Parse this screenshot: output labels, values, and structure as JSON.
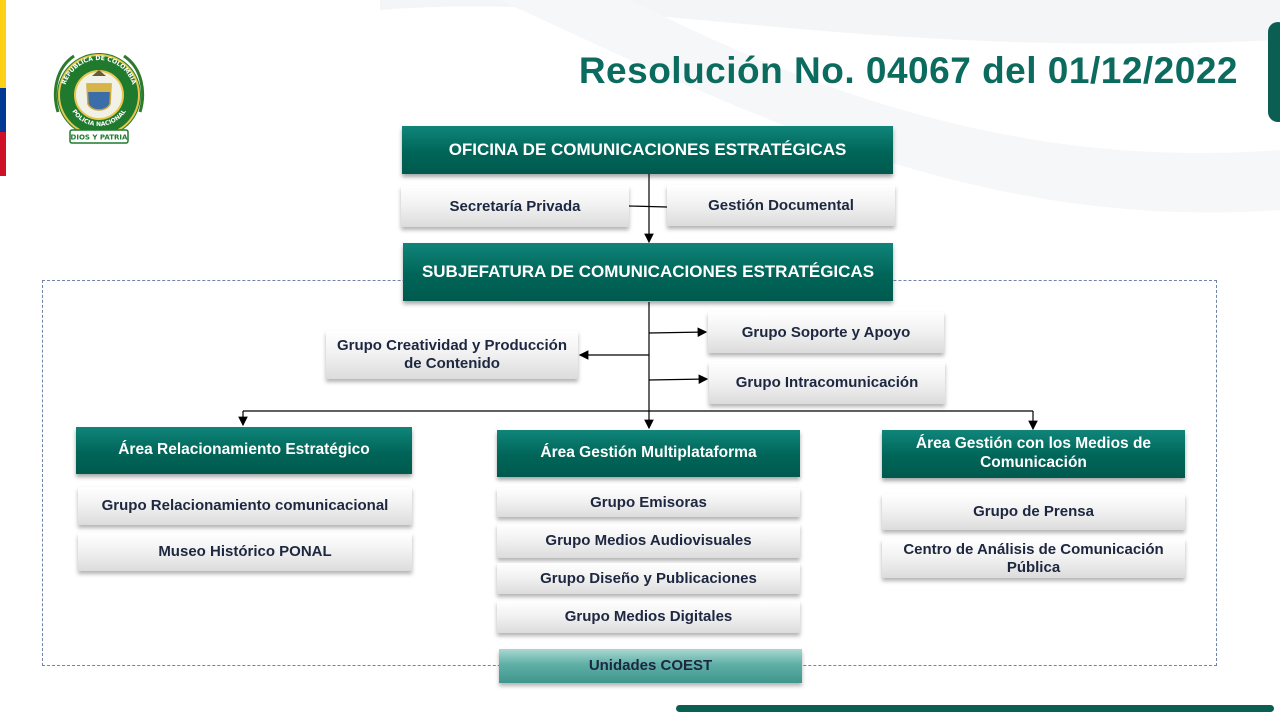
{
  "header": {
    "title": "Resolución No. 04067 del 01/12/2022",
    "emblem": {
      "ring_top_text": "REPUBLICA DE COLOMBIA",
      "ring_bottom_text": "POLICIA NACIONAL",
      "motto": "DIOS Y PATRIA"
    }
  },
  "colors": {
    "primary_green": "#006558",
    "title_green": "#0c6b5f",
    "flag_yellow": "#fcd116",
    "flag_blue": "#003893",
    "flag_red": "#ce1126",
    "text_navy": "#1d2740"
  },
  "org": {
    "oficina": "OFICINA DE COMUNICACIONES ESTRATÉGICAS",
    "secretaria": "Secretaría Privada",
    "gestion_documental": "Gestión Documental",
    "subjefatura": "SUBJEFATURA  DE COMUNICACIONES ESTRATÉGICAS",
    "creatividad": "Grupo Creatividad y Producción de Contenido",
    "soporte": "Grupo Soporte y Apoyo",
    "intracomunicacion": "Grupo Intracomunicación",
    "area_relacionamiento": {
      "title": "Área Relacionamiento Estratégico",
      "groups": [
        "Grupo Relacionamiento comunicacional",
        "Museo Histórico PONAL"
      ]
    },
    "area_multiplataforma": {
      "title": "Área Gestión Multiplataforma",
      "groups": [
        "Grupo Emisoras",
        "Grupo Medios Audiovisuales",
        "Grupo Diseño y Publicaciones",
        "Grupo Medios Digitales"
      ]
    },
    "area_medios": {
      "title": "Área Gestión con los Medios de Comunicación",
      "groups": [
        "Grupo de Prensa",
        "Centro de Análisis de Comunicación Pública"
      ]
    },
    "unidades": "Unidades COEST"
  }
}
